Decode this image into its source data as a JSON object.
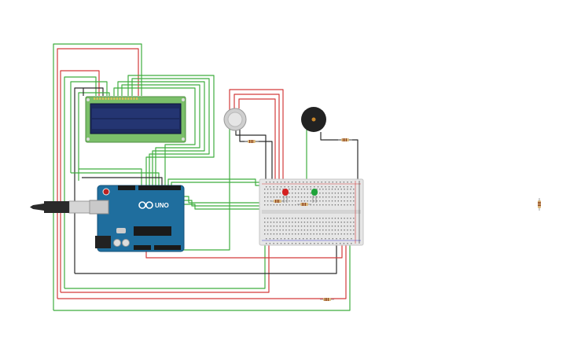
{
  "canvas": {
    "background": "#ffffff"
  },
  "colors": {
    "wire_green": "#3fae3f",
    "wire_red": "#d33b3b",
    "wire_black": "#2b2b2b",
    "arduino_blue": "#1f6e9e",
    "lcd_board": "#7bbf6a",
    "lcd_screen": "#1c2a5e",
    "breadboard": "#e6e6e6",
    "led_red": "#d42020",
    "led_green": "#1fa33a",
    "buzzer": "#222222",
    "sensor": "#cfcfcf"
  },
  "arduino": {
    "label": "UNO",
    "logo": "arduino-infinity-logo"
  },
  "components": [
    {
      "id": "lcd",
      "icon": "lcd-display-icon"
    },
    {
      "id": "gas-sensor",
      "icon": "gas-sensor-icon"
    },
    {
      "id": "piezo-buzzer",
      "icon": "buzzer-icon"
    },
    {
      "id": "led-red",
      "icon": "led-icon"
    },
    {
      "id": "led-green",
      "icon": "led-icon"
    },
    {
      "id": "breadboard",
      "icon": "breadboard-icon"
    },
    {
      "id": "usb-cable",
      "icon": "usb-plug-icon"
    },
    {
      "id": "resistor-loose",
      "icon": "resistor-icon"
    }
  ]
}
